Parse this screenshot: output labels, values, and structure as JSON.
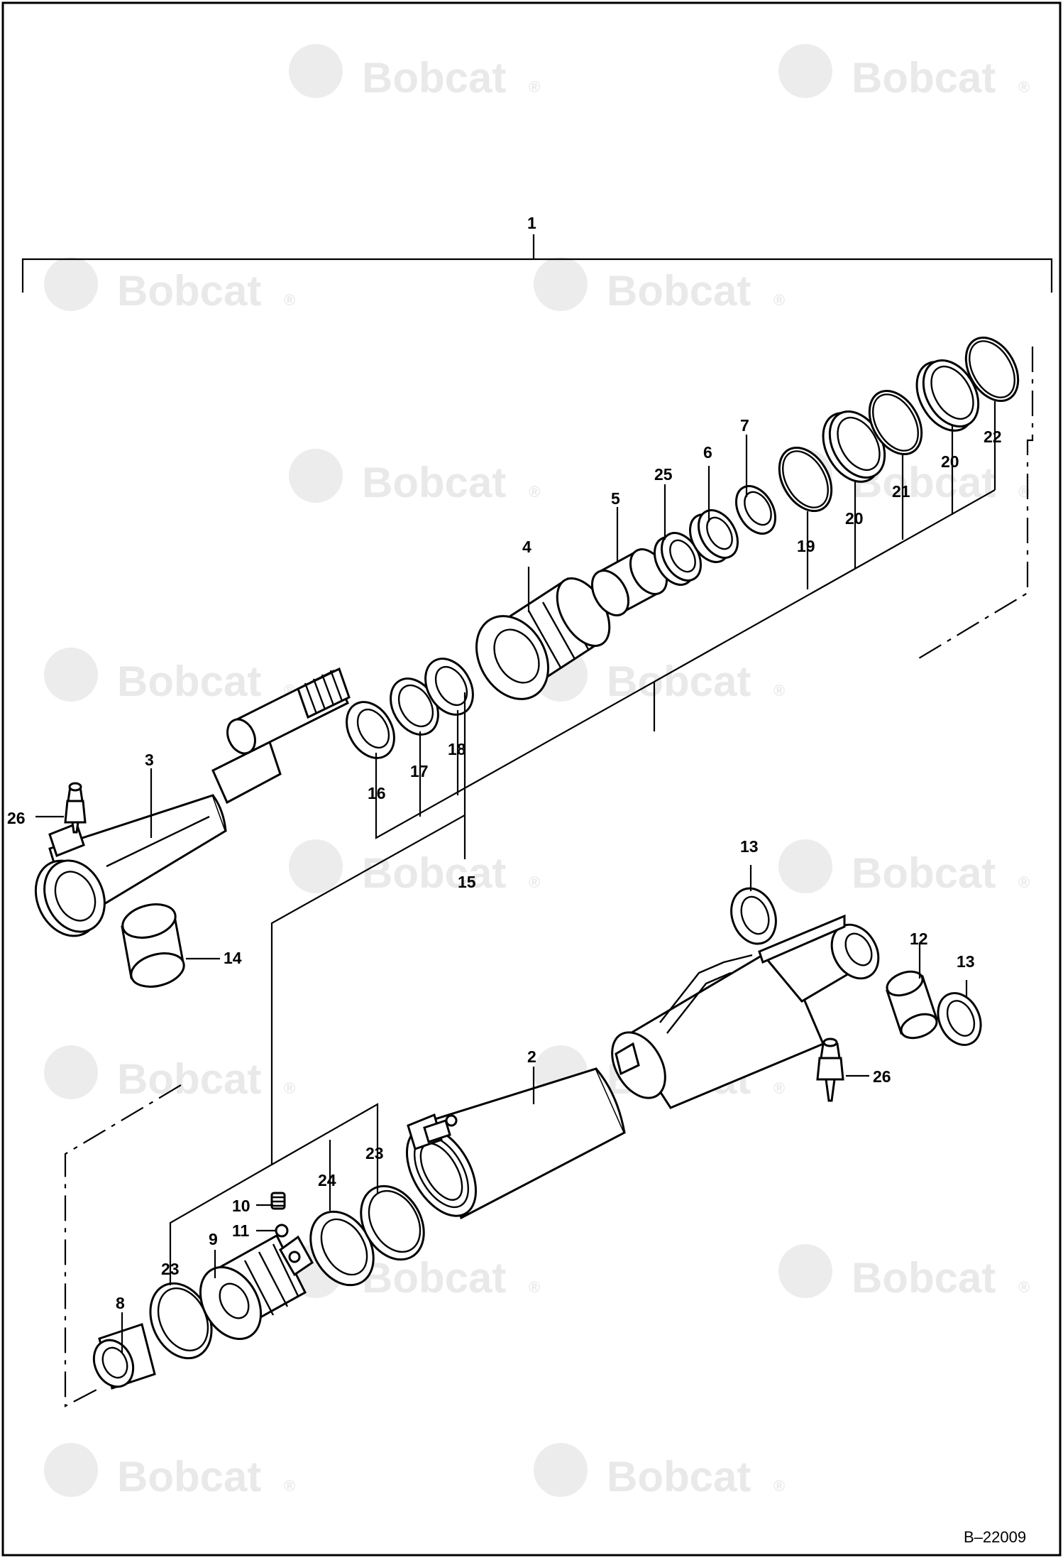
{
  "watermark": {
    "brand": "Bobcat",
    "mark": "®",
    "color": "#e9e9e9"
  },
  "figure_code": "B–22009",
  "callouts": {
    "c1": "1",
    "c2": "2",
    "c3": "3",
    "c4": "4",
    "c5": "5",
    "c6": "6",
    "c7": "7",
    "c8": "8",
    "c9": "9",
    "c10": "10",
    "c11": "11",
    "c12": "12",
    "c13": "13",
    "c14": "14",
    "c15": "15",
    "c16": "16",
    "c17": "17",
    "c18": "18",
    "c19": "19",
    "c20": "20",
    "c21": "21",
    "c22": "22",
    "c23": "23",
    "c24": "24",
    "c25": "25",
    "c26": "26"
  }
}
